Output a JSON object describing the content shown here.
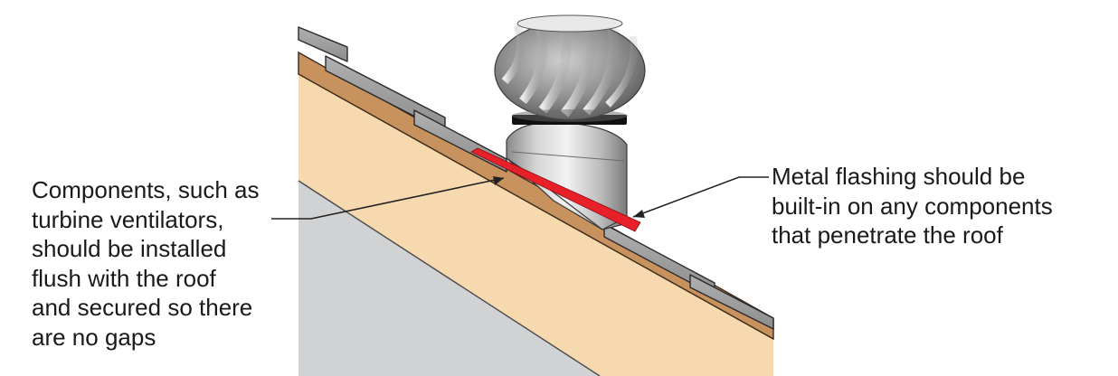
{
  "callouts": {
    "left": {
      "lines": [
        "Components, such as",
        "turbine ventilators,",
        "should be installed",
        "flush with the roof",
        "and secured so there",
        "are no gaps"
      ]
    },
    "right": {
      "lines": [
        "Metal flashing should be",
        "built-in on any components",
        "that penetrate the roof"
      ]
    }
  },
  "colors": {
    "roof_tile": "#9a9a9a",
    "timber_face": "#f6d9ae",
    "timber_edge": "#c8925e",
    "ceiling_void": "#d0d2d4",
    "flashing": "#e8202a",
    "ventilator_metal": "#a8a8a8",
    "ventilator_band": "#111111",
    "leader_line": "#222222"
  },
  "icons": {
    "component": "turbine-ventilator-icon",
    "flashing": "metal-flashing"
  }
}
